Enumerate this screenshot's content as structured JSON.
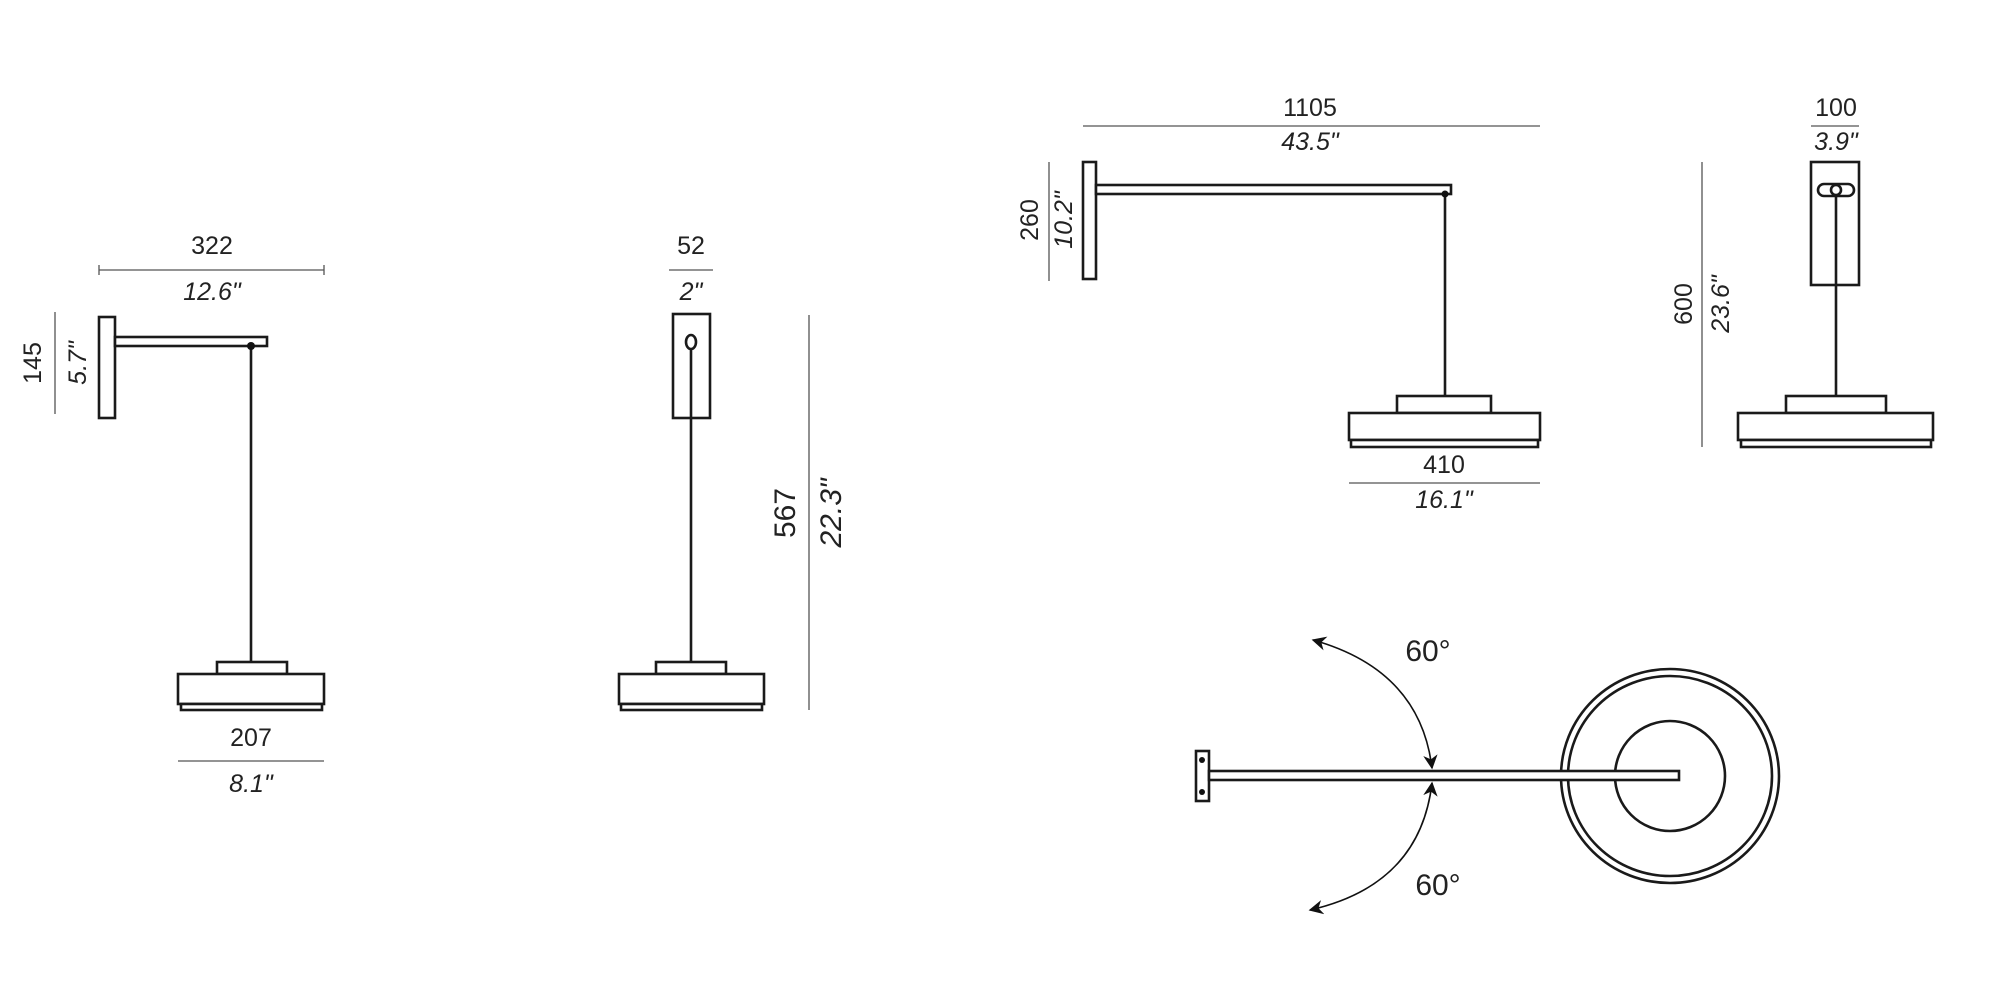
{
  "side_view_small": {
    "width_mm": "322",
    "width_in": "12.6\"",
    "height_mm": "145",
    "height_in": "5.7\"",
    "shade_mm": "207",
    "shade_in": "8.1\""
  },
  "front_view_small": {
    "width_mm": "52",
    "width_in": "2\"",
    "height_mm": "567",
    "height_in": "22.3\""
  },
  "side_view_large": {
    "width_mm": "1105",
    "width_in": "43.5\"",
    "height_mm": "260",
    "height_in": "10.2\"",
    "shade_mm": "410",
    "shade_in": "16.1\""
  },
  "front_view_large": {
    "width_mm": "100",
    "width_in": "3.9\"",
    "height_mm": "600",
    "height_in": "23.6\""
  },
  "top_view": {
    "rotation_up": "60°",
    "rotation_down": "60°"
  }
}
